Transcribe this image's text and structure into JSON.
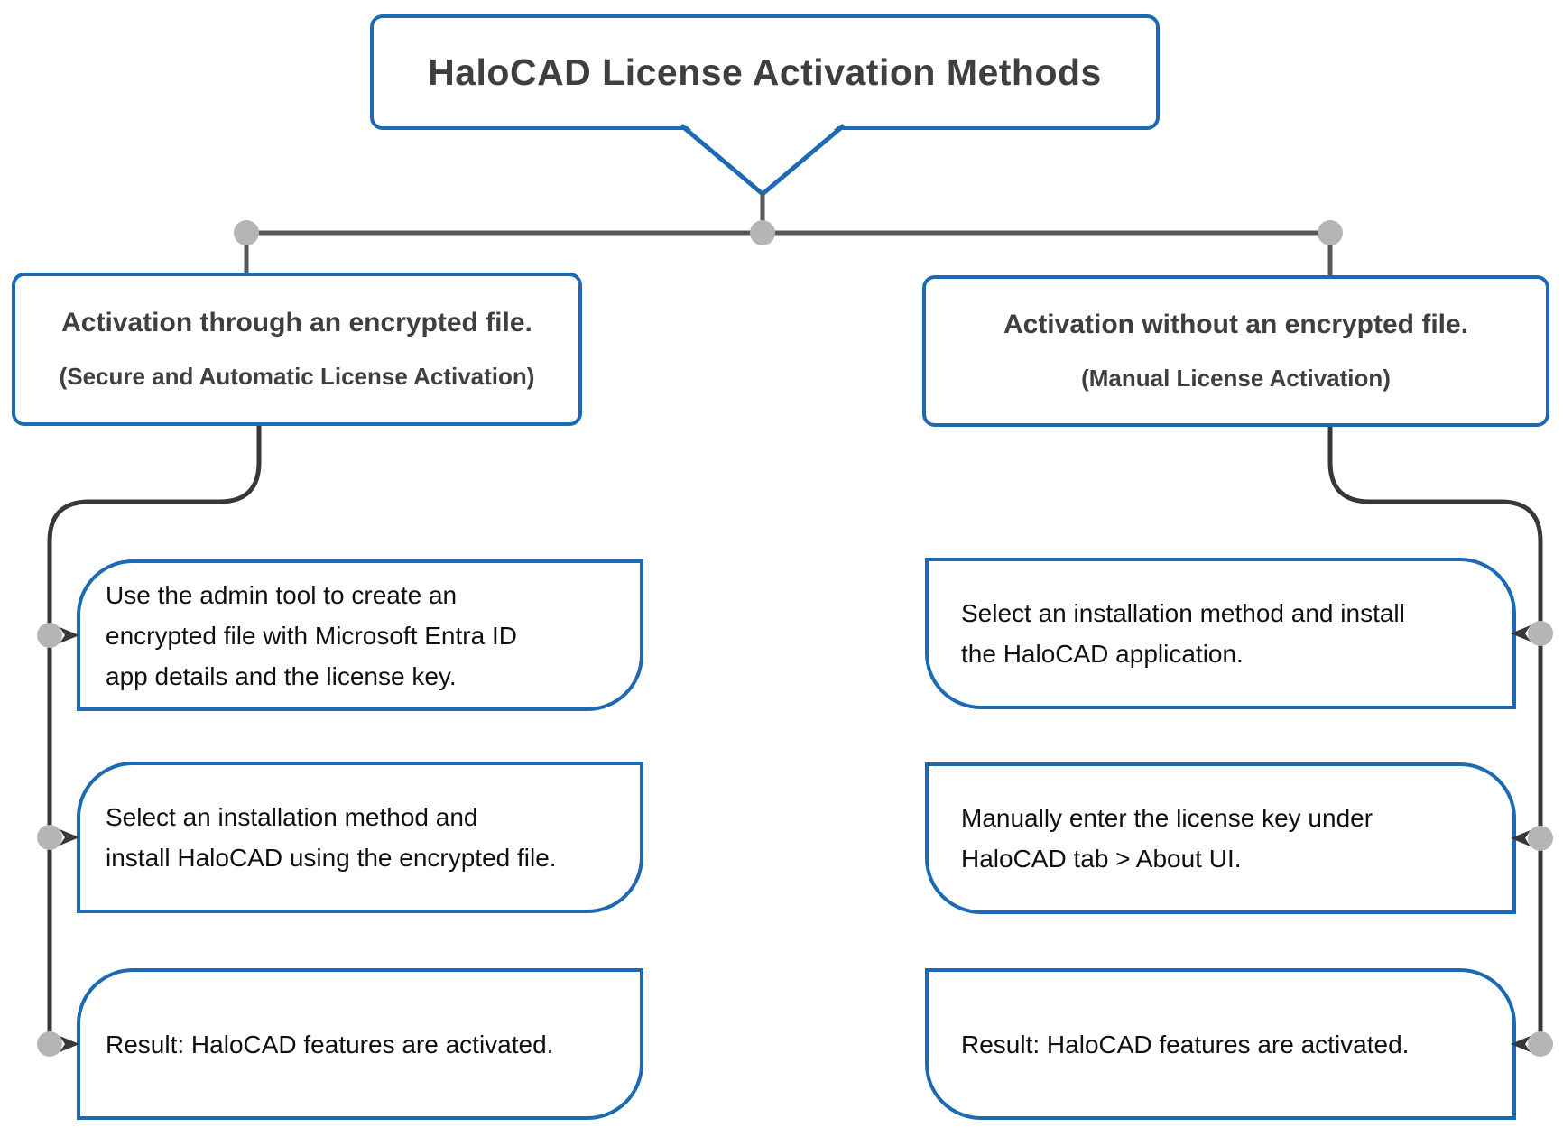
{
  "title": "HaloCAD License Activation Methods",
  "branches": [
    {
      "heading": "Activation through an encrypted file.",
      "subheading": "(Secure and Automatic License Activation)",
      "steps": [
        "Use the admin tool to create an\nencrypted file with Microsoft Entra ID\napp details and the license key.",
        "Select an installation method and\ninstall HaloCAD using the encrypted file.",
        "Result: HaloCAD features are activated."
      ]
    },
    {
      "heading": "Activation without an encrypted file.",
      "subheading": "(Manual License Activation)",
      "steps": [
        "Select an installation method and install\nthe HaloCAD application.",
        "Manually enter the license key under\nHaloCAD tab > About UI.",
        "Result: HaloCAD features are activated."
      ]
    }
  ],
  "colors": {
    "box_border": "#1b6ab3",
    "connector_dark": "#383838",
    "connector_gray": "#58585a",
    "node_fill": "#b5b5b5",
    "heading_text": "#3f3f3f",
    "step_text": "#101010"
  }
}
